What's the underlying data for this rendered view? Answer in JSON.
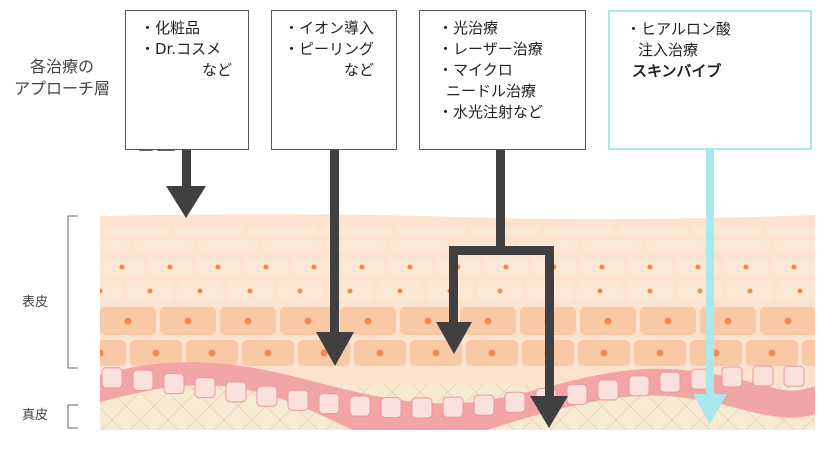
{
  "side_title": [
    "各治療の",
    "アプローチ層"
  ],
  "layers": {
    "epidermis": "表皮",
    "dermis": "真皮"
  },
  "boxes": [
    {
      "id": "cosmetics",
      "lines": [
        "・化粧品",
        "・Dr.コスメ",
        "など"
      ],
      "icon": "bottle-icon"
    },
    {
      "id": "ion",
      "lines": [
        "・イオン導入",
        "・ピーリング",
        "など"
      ]
    },
    {
      "id": "light",
      "lines": [
        "・光治療",
        "・レーザー治療",
        "・マイクロ",
        "ニードル治療",
        "・水光注射など"
      ]
    },
    {
      "id": "skinvive",
      "lines": [
        "・ヒアルロン酸",
        "注入治療",
        "スキンバイブ"
      ],
      "icon": "skin-injection-icon",
      "highlight": true
    }
  ],
  "colors": {
    "arrow": "#404040",
    "highlight_arrow": "#a9e8ec",
    "skin_top": "#fde3cd",
    "cell_light": "#fbe8d4",
    "cell_mid": "#f9c9a5",
    "dot": "#ef8b4e",
    "basal": "#f2a5a5",
    "basal_cell": "#fbe1dc",
    "dermis": "#f6ead3"
  }
}
